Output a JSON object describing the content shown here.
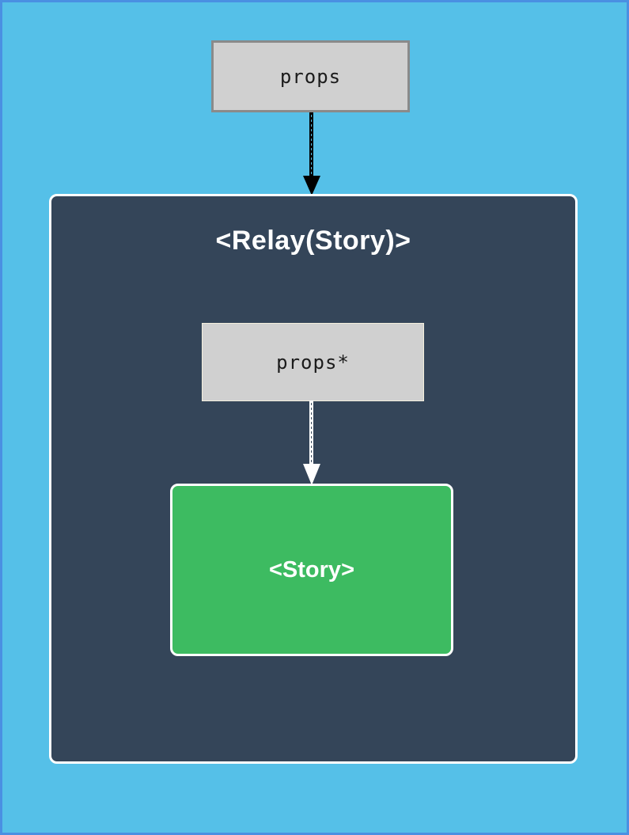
{
  "diagram": {
    "outer_props_label": "props",
    "container_title": "<Relay(Story)>",
    "inner_props_label": "props*",
    "story_label": "<Story>",
    "colors": {
      "page_background": "#55c0e8",
      "page_border": "#4a90e2",
      "container_background": "#344559",
      "container_border": "#ffffff",
      "props_box_background": "#d0d0d0",
      "props_box_border": "#8a8a8a",
      "story_background": "#3dbb61",
      "story_border": "#ffffff",
      "outer_arrow": "#000000",
      "inner_arrow": "#ffffff",
      "label_text": "#1b1b1b",
      "title_text": "#ffffff"
    }
  }
}
